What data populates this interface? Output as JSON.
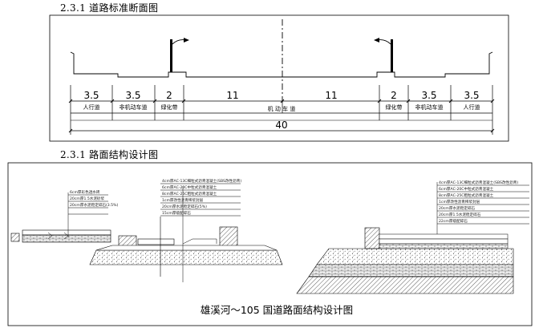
{
  "headings": {
    "cross_section": "2.3.1 道路标准断面图",
    "pavement": "2.3.1 路面结构设计图"
  },
  "cross_section": {
    "segments": [
      {
        "width": "3.5",
        "name": "人行道"
      },
      {
        "width": "3.5",
        "name": "非机动车道"
      },
      {
        "width": "2",
        "name": "绿化带"
      },
      {
        "width": "11",
        "name": ""
      },
      {
        "width": "11",
        "name": ""
      },
      {
        "width": "2",
        "name": "绿化带"
      },
      {
        "width": "3.5",
        "name": "非机动车道"
      },
      {
        "width": "3.5",
        "name": "人行道"
      }
    ],
    "carriageway_label": "机 动 车 道",
    "total_width": "40"
  },
  "pavement": {
    "left_layers": [
      "6cm厚彩色透水砖",
      "20cm厚1.5水泥砂浆",
      "20cm厚水泥稳定碎石(3.5%)"
    ],
    "center_layers": [
      "4cm厚AC-13C细粒式沥青混凝土(SBS改性沥青)",
      "6cm厚AC-20C中粒式沥青混凝土",
      "8cm厚AC-25C粗粒式沥青混凝土",
      "1cm厚改性沥青稀浆封层",
      "20cm厚水泥稳定碎石(5%)",
      "15cm厚级配碎石"
    ],
    "right_layers": [
      "4cm厚AC-13C细粒式沥青混凝土(SBS改性沥青)",
      "6cm厚AC-20C中粒式沥青混凝土",
      "8cm厚AC-25C粗粒式沥青混凝土",
      "1cm厚改性沥青稀浆封层",
      "20cm厚水泥稳定碎石",
      "20cm厚1.5水泥稳定碎石",
      "22cm厚级配碎石"
    ],
    "drawing_title": "雄溪河～105 国道路面结构设计图"
  }
}
